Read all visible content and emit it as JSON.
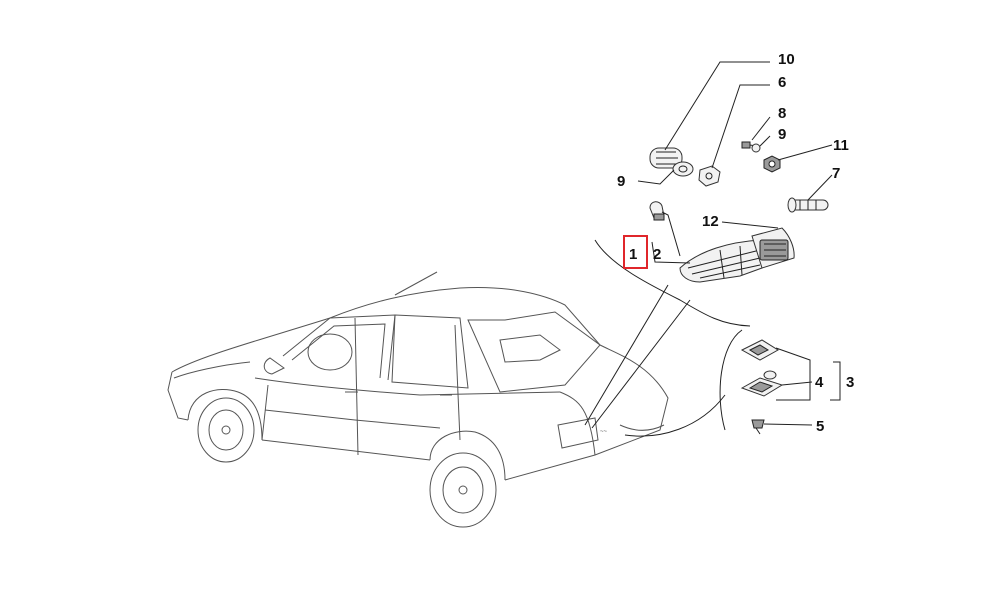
{
  "diagram": {
    "highlight_color": "#e0262b",
    "callouts": [
      {
        "id": "c10",
        "label": "10"
      },
      {
        "id": "c6",
        "label": "6"
      },
      {
        "id": "c8",
        "label": "8"
      },
      {
        "id": "c9a",
        "label": "9"
      },
      {
        "id": "c11",
        "label": "11"
      },
      {
        "id": "c7",
        "label": "7"
      },
      {
        "id": "c9b",
        "label": "9"
      },
      {
        "id": "c12",
        "label": "12"
      },
      {
        "id": "c1",
        "label": "1",
        "highlighted": true
      },
      {
        "id": "c2",
        "label": "2"
      },
      {
        "id": "c4",
        "label": "4"
      },
      {
        "id": "c3",
        "label": "3"
      },
      {
        "id": "c5",
        "label": "5"
      }
    ]
  }
}
